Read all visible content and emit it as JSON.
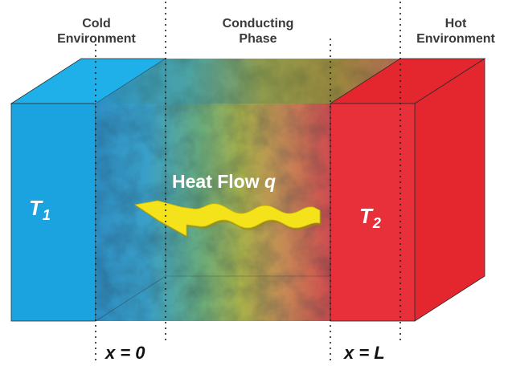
{
  "labels": {
    "cold_env_line1": "Cold",
    "cold_env_line2": "Environment",
    "conducting_line1": "Conducting",
    "conducting_line2": "Phase",
    "hot_env_line1": "Hot",
    "hot_env_line2": "Environment",
    "t1_main": "T",
    "t1_sub": "1",
    "t2_main": "T",
    "t2_sub": "2",
    "heat_flow_text": "Heat Flow ",
    "heat_flow_symbol": "q",
    "x_zero": "x = 0",
    "x_L": "x = L"
  },
  "colors": {
    "cold_front": "#1aa3df",
    "cold_top": "#1fb0ea",
    "hot_front": "#e8303a",
    "hot_side": "#e4262e",
    "arrow": "#f4e21a",
    "label_text": "#3a3a3a",
    "outline": "#2b2b2b"
  }
}
